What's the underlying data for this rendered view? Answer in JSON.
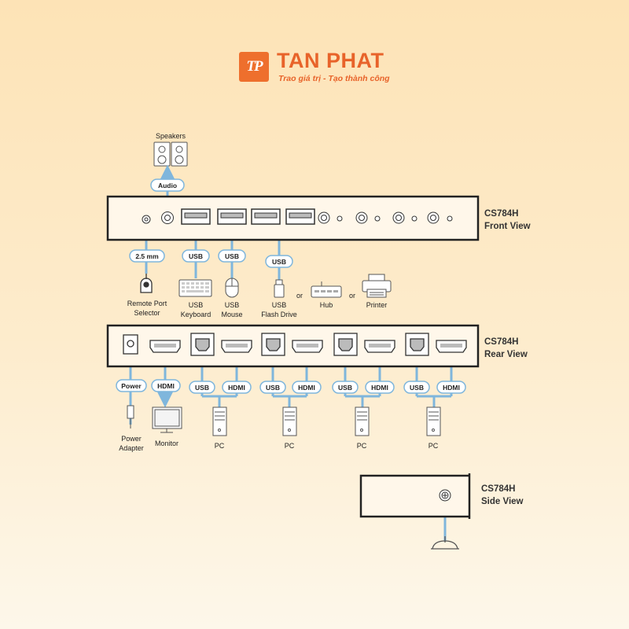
{
  "brand": {
    "logo_mark": "TP",
    "name": "TAN PHAT",
    "tagline": "Trao giá trị - Tạo thành công",
    "color": "#e8632a"
  },
  "colors": {
    "line": "#7fb6dc",
    "panel_border": "#222222",
    "device_stroke": "#555555"
  },
  "front": {
    "model": "CS784H",
    "view": "Front View",
    "speakers": "Speakers",
    "audio": "Audio",
    "pill_25mm": "2.5 mm",
    "pill_usb_keyboard": "USB",
    "pill_usb_mouse": "USB",
    "pill_usb_flash": "USB",
    "remote_line1": "Remote Port",
    "remote_line2": "Selector",
    "keyboard_line1": "USB",
    "keyboard_line2": "Keyboard",
    "mouse_line1": "USB",
    "mouse_line2": "Mouse",
    "flash_line1": "USB",
    "flash_line2": "Flash Drive",
    "or1": "or",
    "hub": "Hub",
    "or2": "or",
    "printer": "Printer"
  },
  "rear": {
    "model": "CS784H",
    "view": "Rear View",
    "power": "Power",
    "hdmi_out": "HDMI",
    "power_line1": "Power",
    "power_line2": "Adapter",
    "monitor": "Monitor",
    "pc_ports": [
      {
        "usb": "USB",
        "hdmi": "HDMI",
        "pc": "PC"
      },
      {
        "usb": "USB",
        "hdmi": "HDMI",
        "pc": "PC"
      },
      {
        "usb": "USB",
        "hdmi": "HDMI",
        "pc": "PC"
      },
      {
        "usb": "USB",
        "hdmi": "HDMI",
        "pc": "PC"
      }
    ]
  },
  "side": {
    "model": "CS784H",
    "view": "Side View"
  },
  "icons": [
    "speakers-icon",
    "remote-selector-icon",
    "keyboard-icon",
    "mouse-icon",
    "flash-drive-icon",
    "hub-icon",
    "printer-icon",
    "power-adapter-icon",
    "monitor-icon",
    "pc-tower-icon",
    "ground-icon"
  ]
}
